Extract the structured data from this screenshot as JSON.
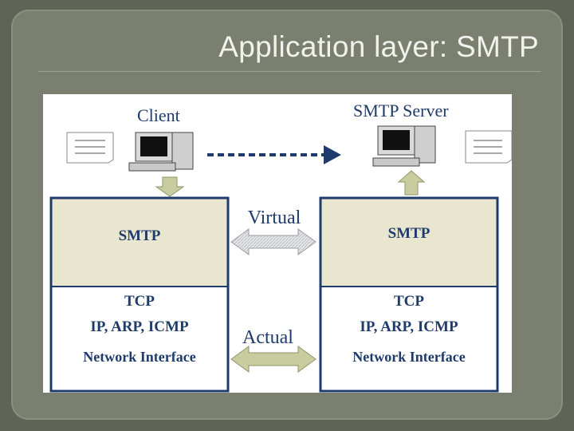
{
  "slide": {
    "title": "Application layer: SMTP"
  },
  "diagram": {
    "client_label": "Client",
    "server_label": "SMTP Server",
    "virtual_label": "Virtual",
    "actual_label": "Actual",
    "client_stack": {
      "app": "SMTP",
      "transport": "TCP",
      "network": "IP, ARP, ICMP",
      "link": "Network Interface"
    },
    "server_stack": {
      "app": "SMTP",
      "transport": "TCP",
      "network": "IP, ARP, ICMP",
      "link": "Network Interface"
    },
    "colors": {
      "app_fill": "#e8e6cf",
      "stack_border": "#1f3b6b",
      "arrow_fill": "#c8cc9f",
      "text": "#1f3b6b"
    },
    "icons": [
      "document-icon",
      "computer-icon",
      "dashed-arrow-icon"
    ]
  }
}
